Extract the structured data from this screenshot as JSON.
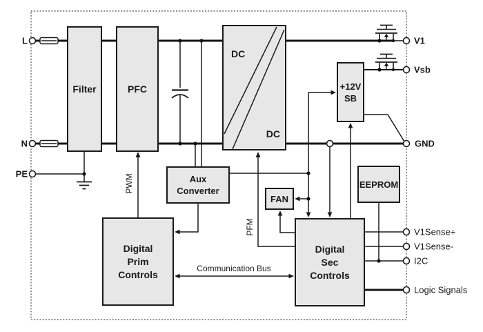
{
  "diagram": {
    "blocks": {
      "filter": {
        "label": "Filter"
      },
      "pfc": {
        "label": "PFC"
      },
      "dcdc": {
        "label_top": "DC",
        "label_bottom": "DC"
      },
      "aux_converter": {
        "line1": "Aux",
        "line2": "Converter"
      },
      "standby_12v": {
        "line1": "+12V",
        "line2": "SB"
      },
      "fan": {
        "label": "FAN"
      },
      "eeprom": {
        "label": "EEPROM"
      },
      "digital_prim": {
        "line1": "Digital",
        "line2": "Prim",
        "line3": "Controls"
      },
      "digital_sec": {
        "line1": "Digital",
        "line2": "Sec",
        "line3": "Controls"
      }
    },
    "terminals": {
      "left": [
        {
          "label": "L"
        },
        {
          "label": "N"
        },
        {
          "label": "PE"
        }
      ],
      "right": [
        {
          "label": "V1"
        },
        {
          "label": "Vsb"
        },
        {
          "label": "GND"
        },
        {
          "label": "V1Sense+"
        },
        {
          "label": "V1Sense-"
        },
        {
          "label": "I2C"
        },
        {
          "label": "Logic Signals"
        }
      ]
    },
    "signal_labels": {
      "pwm": "PWM",
      "pfm": "PFM",
      "comm_bus": "Communication Bus"
    },
    "colors": {
      "line": "#1a1a1a",
      "block_fill": "#e7e7e7",
      "block_border": "#1a1a1a",
      "background": "#ffffff"
    }
  }
}
